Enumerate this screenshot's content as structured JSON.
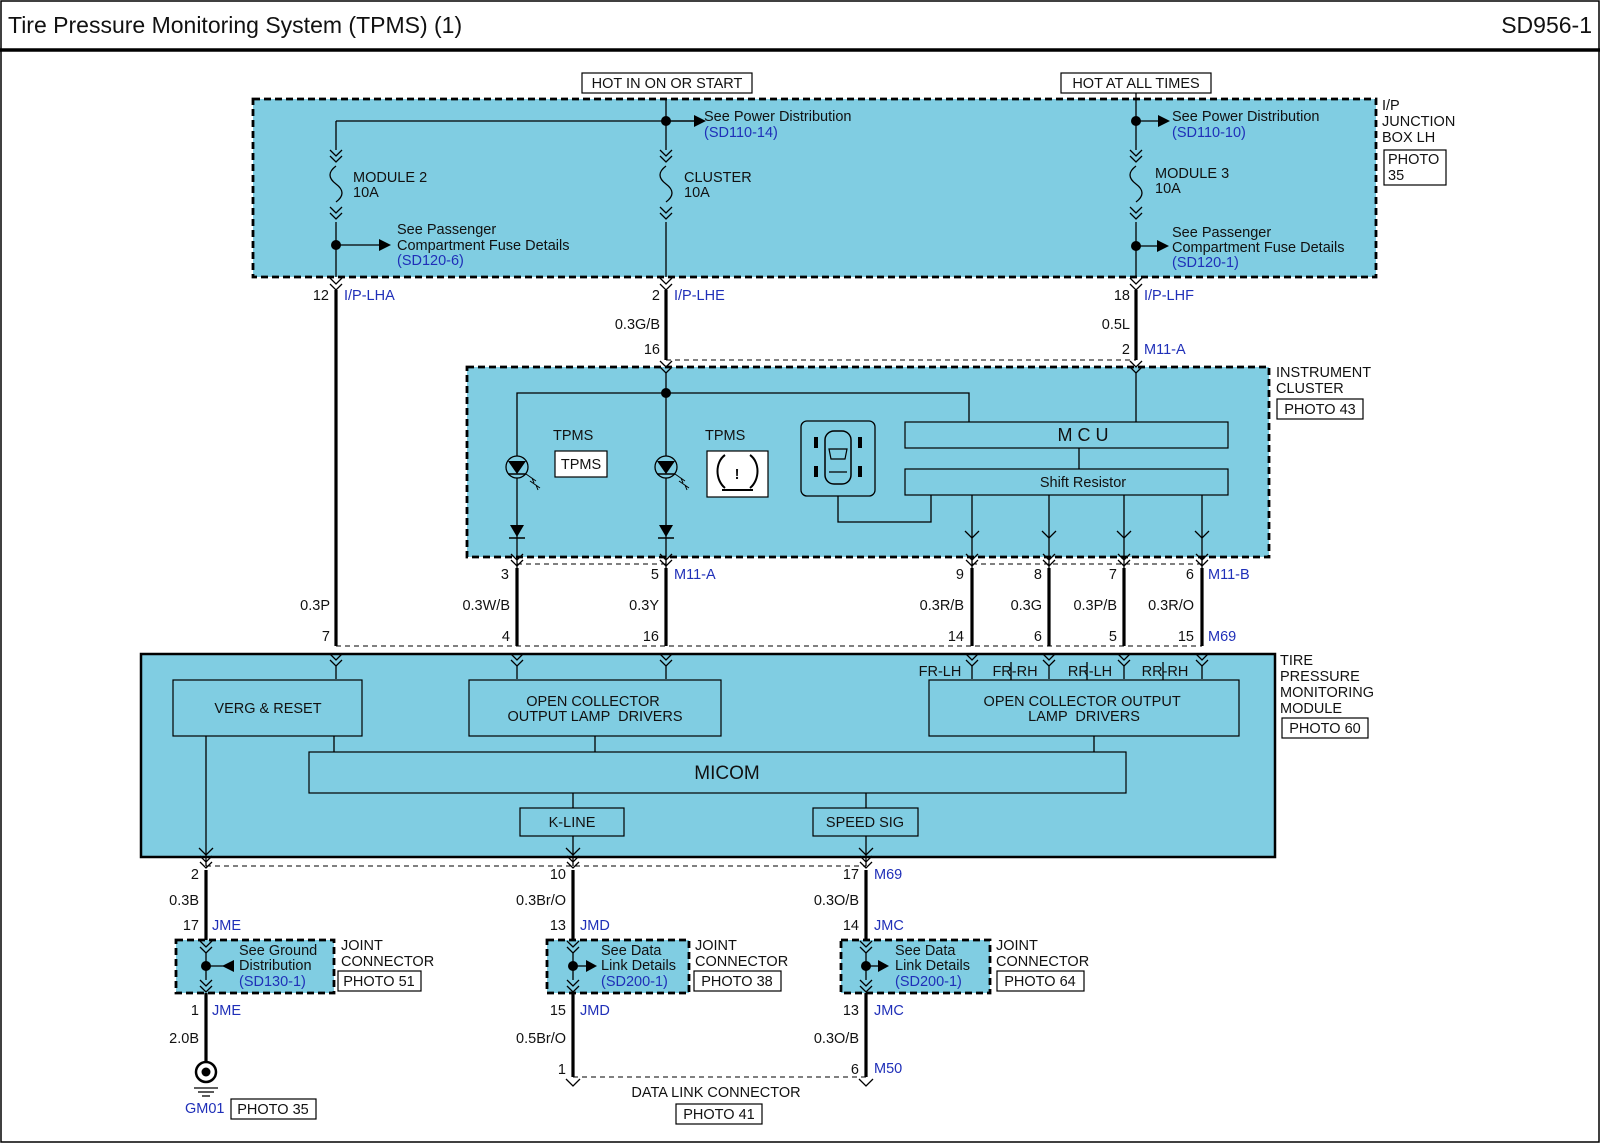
{
  "header": {
    "title": "Tire Pressure Monitoring System (TPMS) (1)",
    "page_code": "SD956-1"
  },
  "power": {
    "hot_run": "HOT IN ON OR START",
    "hot_always": "HOT AT ALL TIMES"
  },
  "junction_box": {
    "name_lines": [
      "I/P",
      "JUNCTION",
      "BOX LH"
    ],
    "photo_lines": [
      "PHOTO",
      "35"
    ],
    "pd_left": {
      "text": "See Power Distribution",
      "ref": "(SD110-14)"
    },
    "pd_right": {
      "text": "See Power Distribution",
      "ref": "(SD110-10)"
    },
    "fuse_module2": {
      "name": "MODULE 2",
      "rating": "10A"
    },
    "fuse_cluster": {
      "name": "CLUSTER",
      "rating": "10A"
    },
    "fuse_module3": {
      "name": "MODULE 3",
      "rating": "10A"
    },
    "pcf_left": {
      "line1": "See Passenger",
      "line2": "Compartment Fuse Details",
      "ref": "(SD120-6)"
    },
    "pcf_right": {
      "line1": "See Passenger",
      "line2": "Compartment Fuse Details",
      "ref": "(SD120-1)"
    }
  },
  "wires": {
    "w1": {
      "pin": "12",
      "conn": "I/P-LHA"
    },
    "w2": {
      "pin": "2",
      "conn": "I/P-LHE",
      "color": "0.3G/B",
      "pin2": "16"
    },
    "w3": {
      "pin": "18",
      "conn": "I/P-LHF",
      "color": "0.5L",
      "pin2": "2",
      "conn2": "M11-A"
    }
  },
  "cluster": {
    "name_lines": [
      "INSTRUMENT",
      "CLUSTER"
    ],
    "photo": "PHOTO 43",
    "tpms_label_1": "TPMS",
    "tpms_box": "TPMS",
    "tpms_label_2": "TPMS",
    "tpms_warn": "!",
    "mcu": "M C U",
    "shift": "Shift Resistor",
    "pins": [
      "3",
      "5",
      "9",
      "8",
      "7",
      "6"
    ],
    "conn_a": "M11-A",
    "conn_b": "M11-B"
  },
  "mid_wires": {
    "colors": [
      "0.3P",
      "0.3W/B",
      "0.3Y",
      "0.3R/B",
      "0.3G",
      "0.3P/B",
      "0.3R/O"
    ],
    "pins": [
      "7",
      "4",
      "16",
      "14",
      "6",
      "5",
      "15"
    ],
    "conn": "M69"
  },
  "tpms_module": {
    "name_lines": [
      "TIRE",
      "PRESSURE",
      "MONITORING",
      "MODULE"
    ],
    "photo": "PHOTO 60",
    "verg": "VERG & RESET",
    "oc_left": [
      "OPEN COLLECTOR",
      "OUTPUT LAMP  DRIVERS"
    ],
    "oc_right": [
      "OPEN COLLECTOR OUTPUT",
      "LAMP  DRIVERS"
    ],
    "micom": "MICOM",
    "kline": "K-LINE",
    "speed": "SPEED SIG",
    "outputs": [
      "FR-LH",
      "FR-RH",
      "RR-LH",
      "RR-RH"
    ]
  },
  "bottom": {
    "pins_top": [
      "2",
      "10",
      "17"
    ],
    "conn_top": "M69",
    "colors_top": [
      "0.3B",
      "0.3Br/O",
      "0.3O/B"
    ],
    "jme": {
      "pin_in": "17",
      "conn": "JME",
      "pin_out": "1",
      "line1": "See Ground",
      "line2": "Distribution",
      "ref": "(SD130-1)",
      "photo": "PHOTO 51"
    },
    "jmd": {
      "pin_in": "13",
      "conn": "JMD",
      "pin_out": "15",
      "line1": "See Data",
      "line2": "Link Details",
      "ref": "(SD200-1)",
      "photo": "PHOTO 38"
    },
    "jmc": {
      "pin_in": "14",
      "conn": "JMC",
      "pin_out": "13",
      "line1": "See Data",
      "line2": "Link Details",
      "ref": "(SD200-1)",
      "photo": "PHOTO 64"
    },
    "joint_lines": [
      "JOINT",
      "CONNECTOR"
    ],
    "colors_bottom": [
      "2.0B",
      "0.5Br/O",
      "0.3O/B"
    ],
    "ground": {
      "conn": "GM01",
      "photo": "PHOTO 35"
    },
    "dlc": {
      "pin1": "1",
      "pin2": "6",
      "conn": "M50",
      "name": "DATA LINK CONNECTOR",
      "photo": "PHOTO 41"
    }
  }
}
